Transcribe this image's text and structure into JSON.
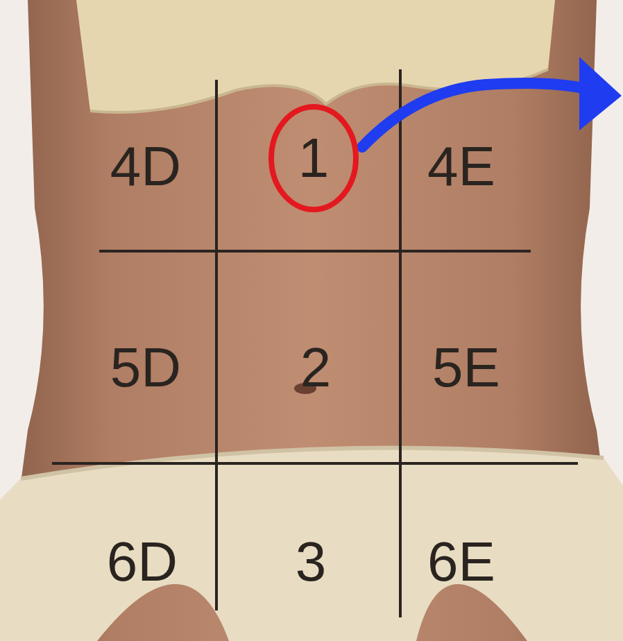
{
  "diagram": {
    "nodes": [
      {
        "text": [
          "1"
        ]
      }
    ],
    "labels": [
      "4D",
      "4E",
      "5D",
      "2",
      "5E",
      "6D",
      "3",
      "6E"
    ]
  }
}
